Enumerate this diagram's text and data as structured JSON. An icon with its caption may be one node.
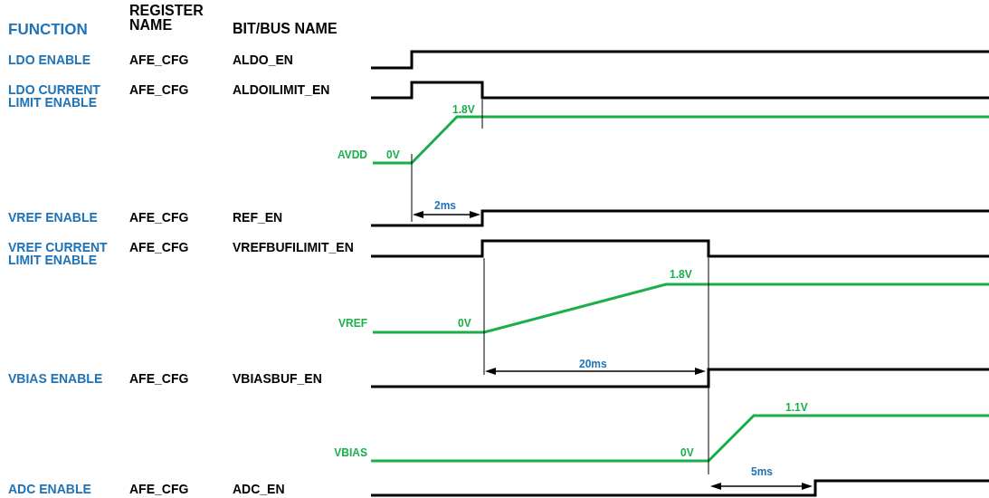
{
  "diagram": {
    "labels": [
      "FUNCTION",
      "REGISTER NAME",
      "BIT/BUS NAME",
      "LDO ENABLE",
      "AFE_CFG",
      "ALDO_EN",
      "LDO CURRENT LIMIT ENABLE",
      "AFE_CFG",
      "ALDOILIMIT_EN",
      "1.8V",
      "AVDD",
      "0V",
      "2ms",
      "VREF ENABLE",
      "AFE_CFG",
      "REF_EN",
      "VREF CURRENT LIMIT ENABLE",
      "AFE_CFG",
      "VREFBUFILIMIT_EN",
      "1.8V",
      "VREF",
      "0V",
      "20ms",
      "VBIAS ENABLE",
      "AFE_CFG",
      "VBIASBUF_EN",
      "1.1V",
      "VBIAS",
      "0V",
      "5ms",
      "ADC ENABLE",
      "AFE_CFG",
      "ADC_EN"
    ]
  }
}
